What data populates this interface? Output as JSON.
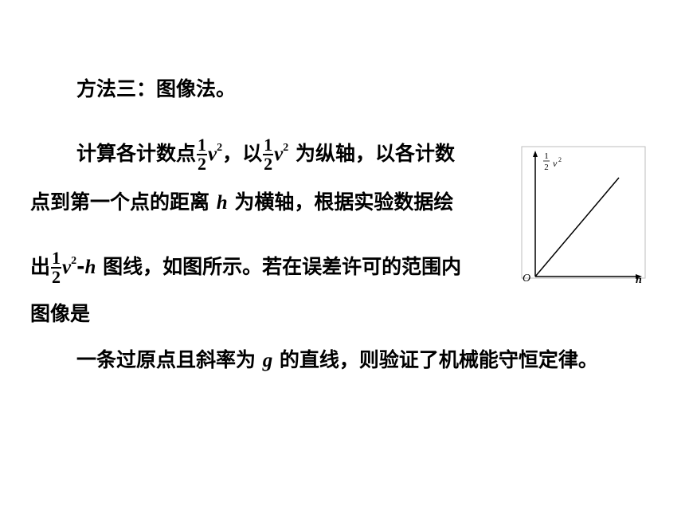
{
  "paragraph": {
    "heading": "方法三：图像法。",
    "line1_a": "计算各计数点",
    "frac_num": "1",
    "frac_den": "2",
    "var_v": "v",
    "exp_2": "2",
    "line1_b": "，以",
    "line1_c": " 为纵轴，以各计数",
    "line2_a": "点到第一个点的距离 ",
    "var_h": "h",
    "line2_b": " 为横轴，根据实验数据绘",
    "line3_a": "出",
    "line3_dash": "-",
    "line3_b": " 图线，如图所示。若在误差许可的范围内",
    "line4": "图像是",
    "line5_a": "一条过原点且斜率为 ",
    "var_g": "g",
    "line5_b": " 的直线，则验证了机械能守恒定律。"
  },
  "figure": {
    "y_label_num": "1",
    "y_label_den": "2",
    "y_label_var": "v",
    "y_label_exp": "2",
    "x_label": "h",
    "origin_label": "O"
  }
}
